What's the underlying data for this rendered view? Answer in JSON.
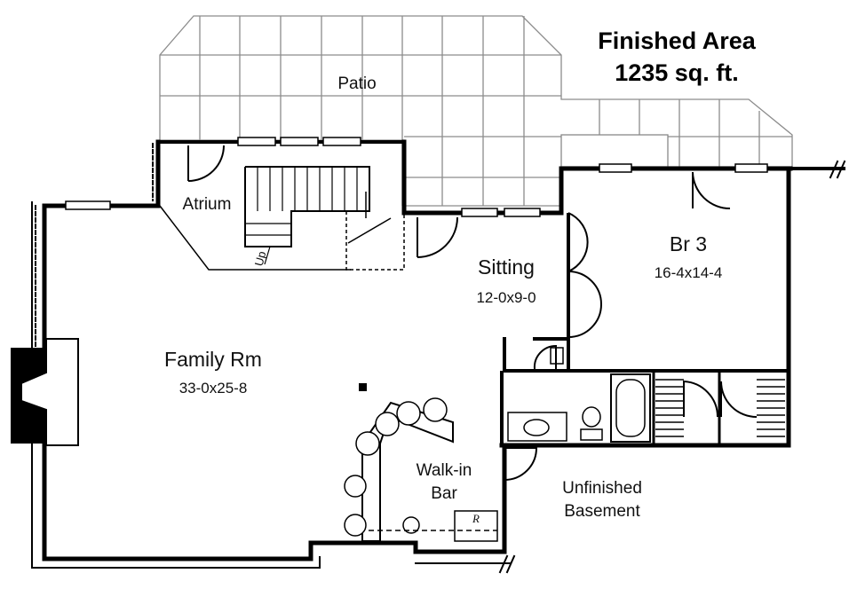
{
  "header": {
    "title_line1": "Finished Area",
    "title_line2": "1235 sq. ft."
  },
  "rooms": {
    "patio": "Patio",
    "atrium": "Atrium",
    "up_label": "Up",
    "sitting": {
      "name": "Sitting",
      "size": "12-0x9-0"
    },
    "bedroom3": {
      "name": "Br 3",
      "size": "16-4x14-4"
    },
    "family_room": {
      "name": "Family Rm",
      "size": "33-0x25-8"
    },
    "walk_in_bar": {
      "line1": "Walk-in",
      "line2": "Bar"
    },
    "unfinished": {
      "line1": "Unfinished",
      "line2": "Basement"
    },
    "refrigerator_mark": "R"
  },
  "colors": {
    "wall": "#000000",
    "grid_line": "#9a9a9a",
    "patio_fill": "#ffffff"
  }
}
